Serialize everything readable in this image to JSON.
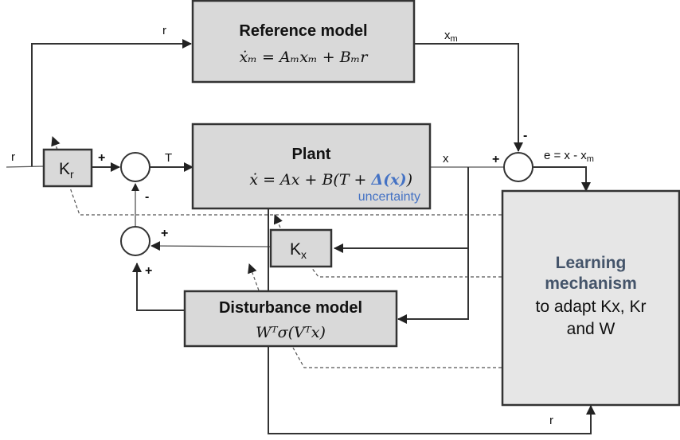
{
  "colors": {
    "uncertainty": "#4472c4",
    "learning_title": "#44546a",
    "block_fill": "#d9d9d9",
    "learning_fill": "#e6e6e6"
  },
  "reference_model": {
    "title": "Reference model",
    "equation": "ẋₘ = Aₘxₘ + Bₘr"
  },
  "plant": {
    "title": "Plant",
    "equation_prefix": "ẋ = Ax + B(T + ",
    "equation_delta": "Δ(x)",
    "equation_suffix": ")",
    "uncertainty_label": "uncertainty"
  },
  "gain_kr": {
    "main": "K",
    "sub": "r"
  },
  "gain_kx": {
    "main": "K",
    "sub": "x"
  },
  "disturbance_model": {
    "title": "Disturbance model",
    "equation": "Wᵀσ(Vᵀx)"
  },
  "learning_mechanism": {
    "title_line1": "Learning",
    "title_line2": "mechanism",
    "text_line1": "to adapt Kx, Kr",
    "text_line2": "and W"
  },
  "signals": {
    "r_top": "r",
    "r_input": "r",
    "r_bottom": "r",
    "T": "T",
    "x": "x",
    "xm_main": "x",
    "xm_sub": "m",
    "error_main": "e = x - x",
    "error_sub": "m"
  },
  "signs": {
    "kr_to_sum1": "+",
    "sum1_bottom": "-",
    "sum2_right": "+",
    "sum2_bottom": "+",
    "err_left": "+",
    "err_top": "-"
  }
}
